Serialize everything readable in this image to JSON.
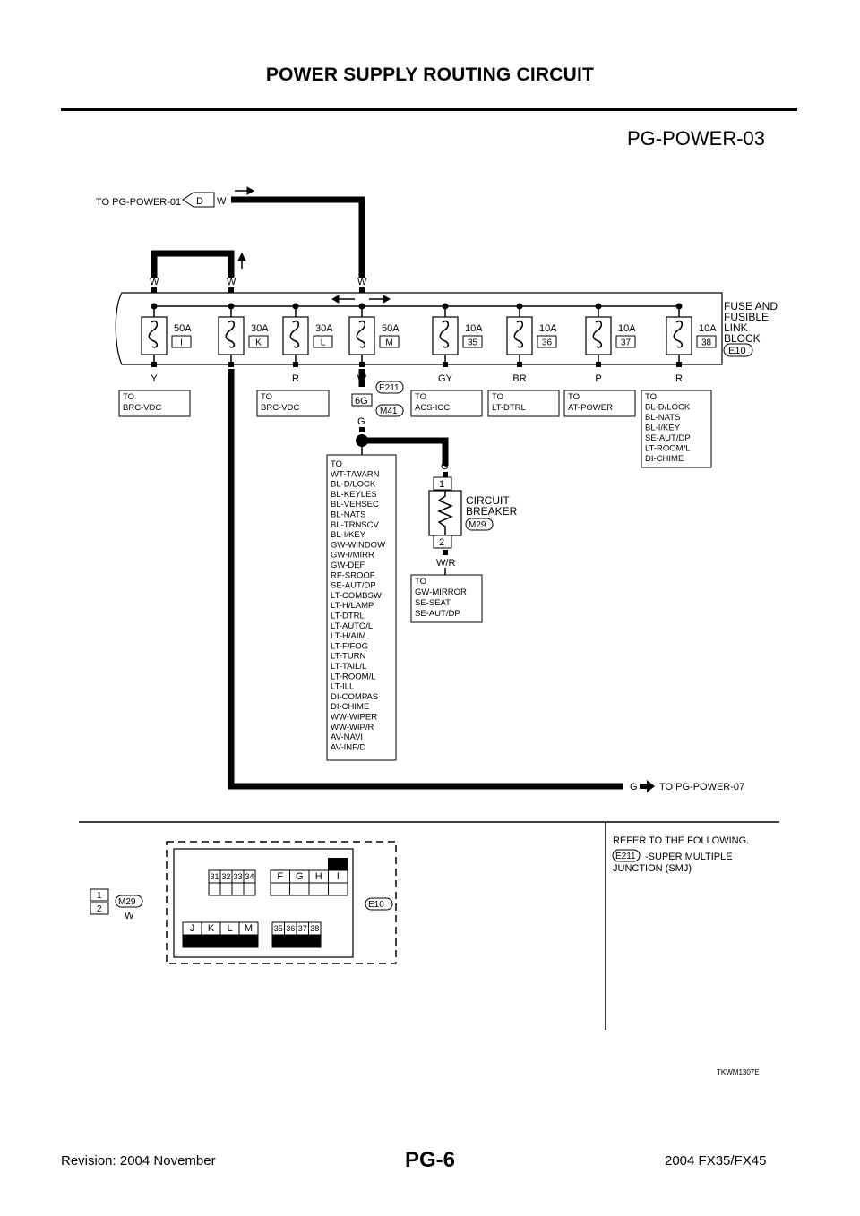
{
  "page": {
    "title": "POWER SUPPLY ROUTING CIRCUIT",
    "diagram_code": "PG-POWER-03",
    "page_number": "PG-6",
    "revision": "Revision: 2004 November",
    "model": "2004 FX35/FX45",
    "image_code": "TKWM1307E"
  },
  "wires": {
    "top_input_label": "TO PG-POWER-01",
    "top_input_connector": "D",
    "top_input_color": "W",
    "bottom_output_color": "G",
    "bottom_output_label": "TO PG-POWER-07",
    "bus_colors": [
      "W",
      "W",
      "W"
    ]
  },
  "fuse_block": {
    "title_lines": [
      "FUSE AND",
      "FUSIBLE",
      "LINK",
      "BLOCK"
    ],
    "connector": "E10",
    "fuses": [
      {
        "rating": "50A",
        "id": "I",
        "out_color": "Y"
      },
      {
        "rating": "30A",
        "id": "K",
        "out_color": "G"
      },
      {
        "rating": "30A",
        "id": "L",
        "out_color": "R"
      },
      {
        "rating": "50A",
        "id": "M",
        "out_color": "W"
      },
      {
        "rating": "10A",
        "id": "35",
        "out_color": "GY"
      },
      {
        "rating": "10A",
        "id": "36",
        "out_color": "BR"
      },
      {
        "rating": "10A",
        "id": "37",
        "out_color": "P"
      },
      {
        "rating": "10A",
        "id": "38",
        "out_color": "R"
      }
    ]
  },
  "destinations": {
    "box1": [
      "TO",
      "BRC-VDC"
    ],
    "box2": [
      "TO",
      "BRC-VDC"
    ],
    "box3": [
      "TO",
      "ACS-ICC"
    ],
    "box4": [
      "TO",
      "LT-DTRL"
    ],
    "box5": [
      "TO",
      "AT-POWER"
    ],
    "box6": [
      "TO",
      "BL-D/LOCK",
      "BL-NATS",
      "BL-I/KEY",
      "SE-AUT/DP",
      "LT-ROOM/L",
      "DI-CHIME"
    ],
    "big_box": [
      "TO",
      "WT-T/WARN",
      "BL-D/LOCK",
      "BL-KEYLES",
      "BL-VEHSEC",
      "BL-NATS",
      "BL-TRNSCV",
      "BL-I/KEY",
      "GW-WINDOW",
      "GW-I/MIRR",
      "GW-DEF",
      "RF-SROOF",
      "SE-AUT/DP",
      "LT-COMBSW",
      "LT-H/LAMP",
      "LT-DTRL",
      "LT-AUTO/L",
      "LT-H/AIM",
      "LT-F/FOG",
      "LT-TURN",
      "LT-TAIL/L",
      "LT-ROOM/L",
      "LT-ILL",
      "DI-COMPAS",
      "DI-CHIME",
      "WW-WIPER",
      "WW-WIP/R",
      "AV-NAVI",
      "AV-INF/D"
    ],
    "breaker_box": [
      "TO",
      "GW-MIRROR",
      "SE-SEAT",
      "SE-AUT/DP"
    ]
  },
  "joint": {
    "terminal": "6G",
    "connector_top": "E211",
    "connector_bottom": "M41",
    "wire_color": "G"
  },
  "breaker": {
    "title_lines": [
      "CIRCUIT",
      "BREAKER"
    ],
    "connector": "M29",
    "pin_top": "1",
    "pin_bottom": "2",
    "in_color": "G",
    "out_color": "W/R"
  },
  "connector_views": {
    "m29": {
      "pins": [
        "1",
        "2"
      ],
      "name": "M29",
      "color": "W"
    },
    "e10": {
      "name": "E10",
      "upper_left": [
        "31",
        "32",
        "33",
        "34"
      ],
      "upper_right": [
        "F",
        "G",
        "H",
        "I"
      ],
      "lower_left": [
        "J",
        "K",
        "L",
        "M"
      ],
      "lower_right": [
        "35",
        "36",
        "37",
        "38"
      ]
    }
  },
  "refer": {
    "heading": "REFER TO THE FOLLOWING.",
    "connector": "E211",
    "line1": "-SUPER MULTIPLE",
    "line2": "JUNCTION (SMJ)"
  }
}
